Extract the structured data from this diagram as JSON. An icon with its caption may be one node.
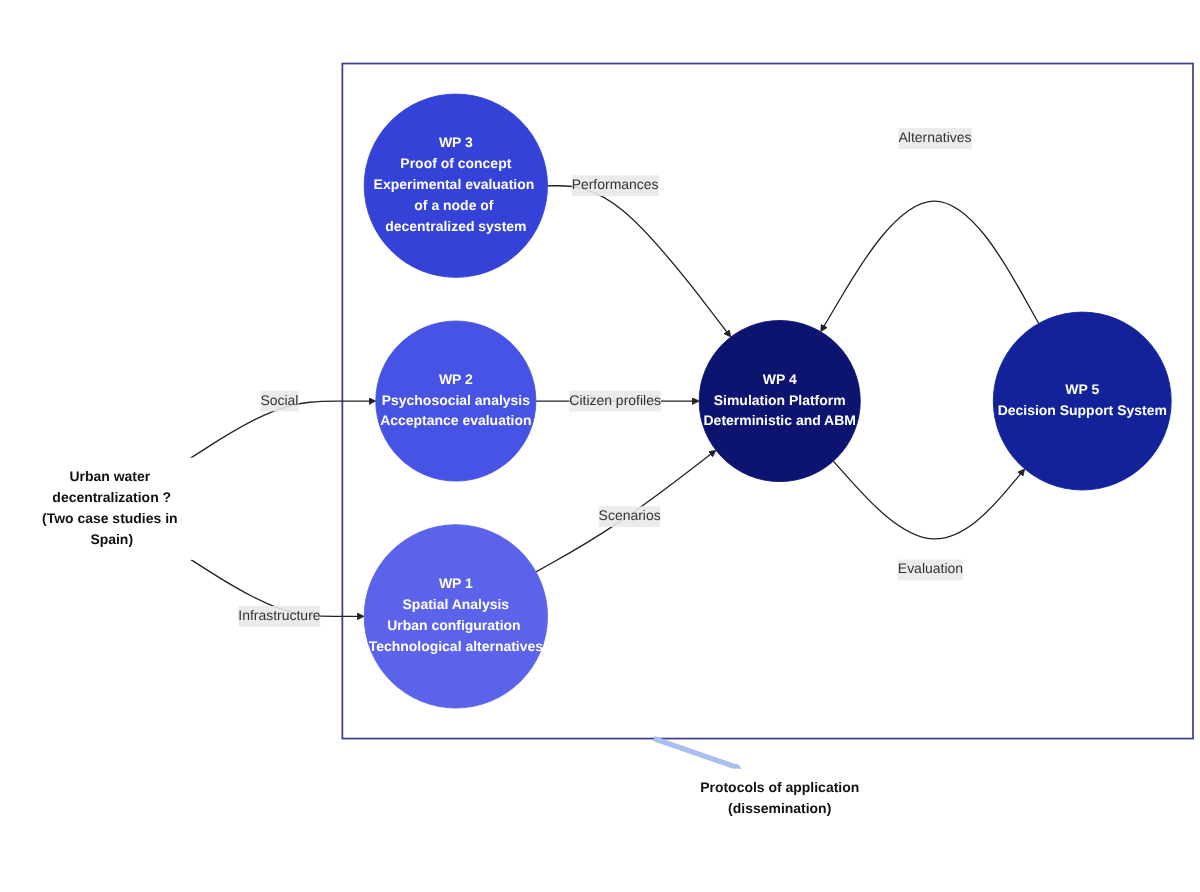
{
  "diagram": {
    "nodes": [
      {
        "text": [
          "Urban water decentralization ?",
          "(Two case studies in Spain)"
        ]
      },
      {
        "text": [],
        "shape": "box"
      },
      {
        "text": [
          "WP 1",
          "Spatial Analysis",
          "Urban configuration Technological alternatives"
        ],
        "in": 1
      },
      {
        "text": [
          "WP 2",
          "Psychosocial analysis",
          "Acceptance evaluation"
        ],
        "in": 1
      },
      {
        "text": [
          "WP 3",
          "Proof of concept",
          "Experimental evaluation of a node of decentralized system"
        ],
        "in": 1
      },
      {
        "text": [
          "WP 4",
          "Simulation Platform",
          "Deterministic and ABM"
        ],
        "in": 1
      },
      {
        "text": [
          "WP 5",
          "Decision Support System"
        ],
        "in": 1
      },
      {
        "text": [
          "Protocols of application",
          "(dissemination)"
        ]
      }
    ],
    "edges": [
      {
        "from": 0,
        "to": 2,
        "arrow": "to",
        "label": "Infrastructure"
      },
      {
        "from": 0,
        "to": 3,
        "arrow": "to",
        "label": "Social"
      },
      {
        "from": 2,
        "to": 5,
        "arrow": "to",
        "label": "Scenarios"
      },
      {
        "from": 3,
        "to": 5,
        "arrow": "to",
        "label": "Citizen profiles"
      },
      {
        "from": 4,
        "to": 5,
        "arrow": "to",
        "label": "Performances"
      },
      {
        "from": 6,
        "to": 5,
        "arrow": "to",
        "label": "Alternatives"
      },
      {
        "from": 5,
        "to": 6,
        "arrow": "to",
        "label": "Evaluation"
      },
      {
        "from": 1,
        "to": 7,
        "arrow": "to",
        "style": "thick",
        "color": "#a9bfee"
      }
    ]
  }
}
